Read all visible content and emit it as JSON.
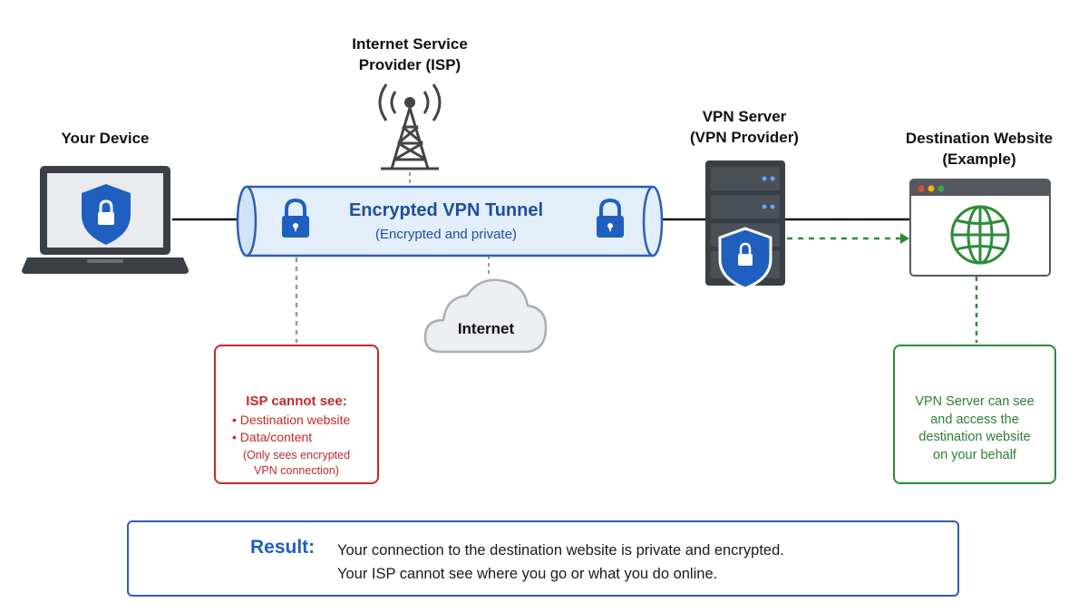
{
  "device": {
    "label": "Your Device"
  },
  "isp": {
    "label_line1": "Internet Service",
    "label_line2": "Provider (ISP)"
  },
  "tunnel": {
    "title": "Encrypted VPN Tunnel",
    "subtitle": "(Encrypted and private)"
  },
  "cloud": {
    "label": "Internet"
  },
  "vpn_server": {
    "label_line1": "VPN Server",
    "label_line2": "(VPN Provider)"
  },
  "destination": {
    "label_line1": "Destination Website",
    "label_line2": "(Example)"
  },
  "isp_box": {
    "heading": "ISP cannot see:",
    "items": [
      "Destination website",
      "Data/content"
    ],
    "note_line1": "(Only sees encrypted",
    "note_line2": "VPN connection)"
  },
  "vpn_box": {
    "line1": "VPN Server can see",
    "line2": "and access the",
    "line3": "destination website",
    "line4": "on your behalf"
  },
  "result": {
    "heading": "Result:",
    "line1": "Your connection to the destination website is private and encrypted.",
    "line2": "Your ISP cannot see where you go or what you do online."
  },
  "colors": {
    "blue": "#2c5fb8",
    "red": "#c62828",
    "green": "#2e8b3a",
    "tunnel_fill": "#e3eefb",
    "server_dark": "#3a3f46"
  },
  "icons": [
    "shield-lock-icon",
    "lock-icon",
    "radio-tower-icon",
    "cloud-icon",
    "server-icon",
    "browser-window-icon",
    "globe-icon",
    "eye-slash-icon",
    "checkmark-circle-icon",
    "shield-check-icon"
  ]
}
